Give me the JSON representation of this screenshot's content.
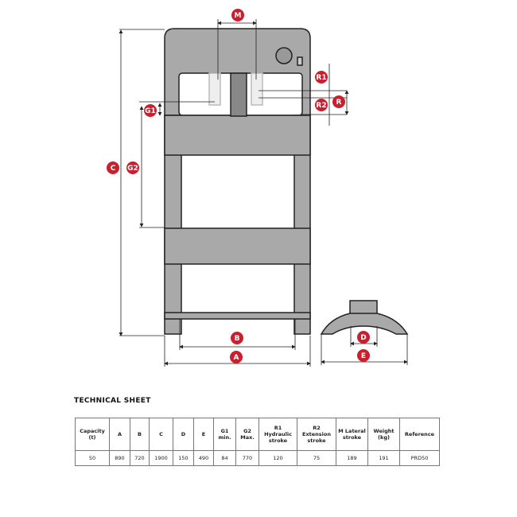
{
  "drawing": {
    "accent_color": "#c8202f",
    "labels": {
      "M": "M",
      "R1": "R1",
      "R": "R",
      "R2": "R2",
      "G1": "G1",
      "G2": "G2",
      "C": "C",
      "B": "B",
      "A": "A",
      "D": "D",
      "E": "E"
    }
  },
  "sheet": {
    "title": "TECHNICAL SHEET",
    "headers": [
      "Capacity (t)",
      "A",
      "B",
      "C",
      "D",
      "E",
      "G1 min.",
      "G2 Max.",
      "R1 Hydraulic stroke",
      "R2 Extension stroke",
      "M Lateral stroke",
      "Weight (kg)",
      "Reference"
    ],
    "row": [
      "50",
      "890",
      "720",
      "1900",
      "150",
      "490",
      "84",
      "770",
      "120",
      "75",
      "189",
      "191",
      "PRD50"
    ]
  }
}
